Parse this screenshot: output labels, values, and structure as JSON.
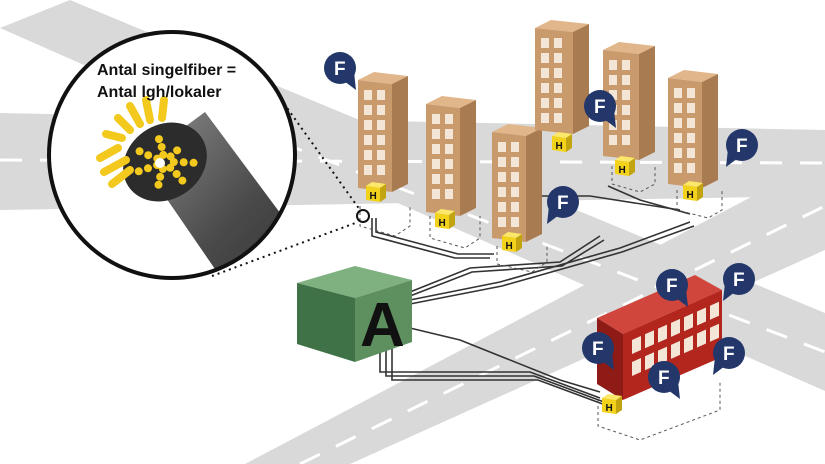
{
  "callout": {
    "line1": "Antal singelfiber =",
    "line2": "Antal lgh/lokaler"
  },
  "labels": {
    "fiber_marker": "F",
    "junction_marker": "H",
    "central_marker": "A"
  },
  "colors": {
    "road": "#d9d9d9",
    "lane_marking": "#ffffff",
    "building": "#c99a6b",
    "building_side": "#a97b50",
    "window": "#f3e6d6",
    "pin": "#23376b",
    "junction_box": "#f2d21b",
    "central_box": "#5d8f5f",
    "red_building": "#b3261e",
    "fiber_strand": "#f2c91c",
    "cable": "#5a5a5a"
  },
  "icons": [
    "fiber-pin-icon",
    "junction-box-icon",
    "central-box-icon",
    "fiber-cable-icon"
  ]
}
